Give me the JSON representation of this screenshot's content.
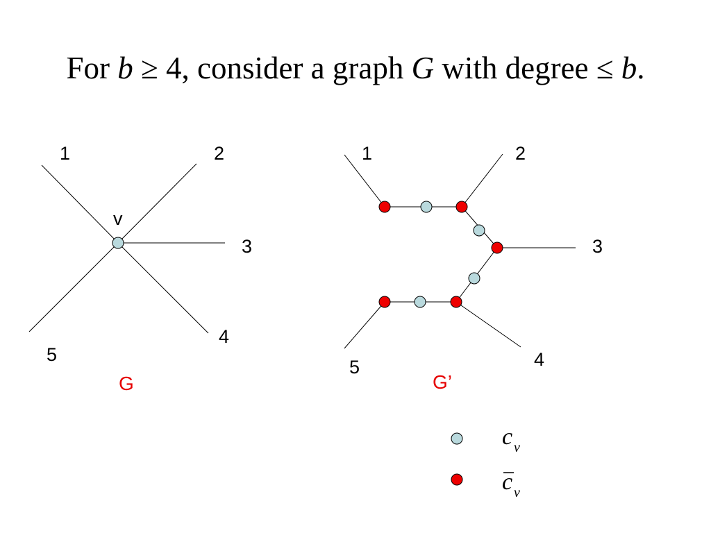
{
  "title": {
    "part1": "For ",
    "var_b": "b",
    "part2": " ≥ 4, consider a graph ",
    "var_G": "G",
    "part3": " with degree ≤ ",
    "var_b2": "b",
    "part4": "."
  },
  "graph_g": {
    "vertex_label": "v",
    "edge_labels": [
      "1",
      "2",
      "3",
      "4",
      "5"
    ],
    "name": "G"
  },
  "graph_g_prime": {
    "edge_labels": [
      "1",
      "2",
      "3",
      "4",
      "5"
    ],
    "name": "G’"
  },
  "legend": {
    "c_symbol": "c",
    "c_subscript": "v",
    "cbar_symbol": "c",
    "cbar_subscript": "v"
  },
  "colors": {
    "light_node": "#b9d9dd",
    "red_node": "#ee0000",
    "graph_name": "#e60000",
    "edge": "#000000"
  }
}
